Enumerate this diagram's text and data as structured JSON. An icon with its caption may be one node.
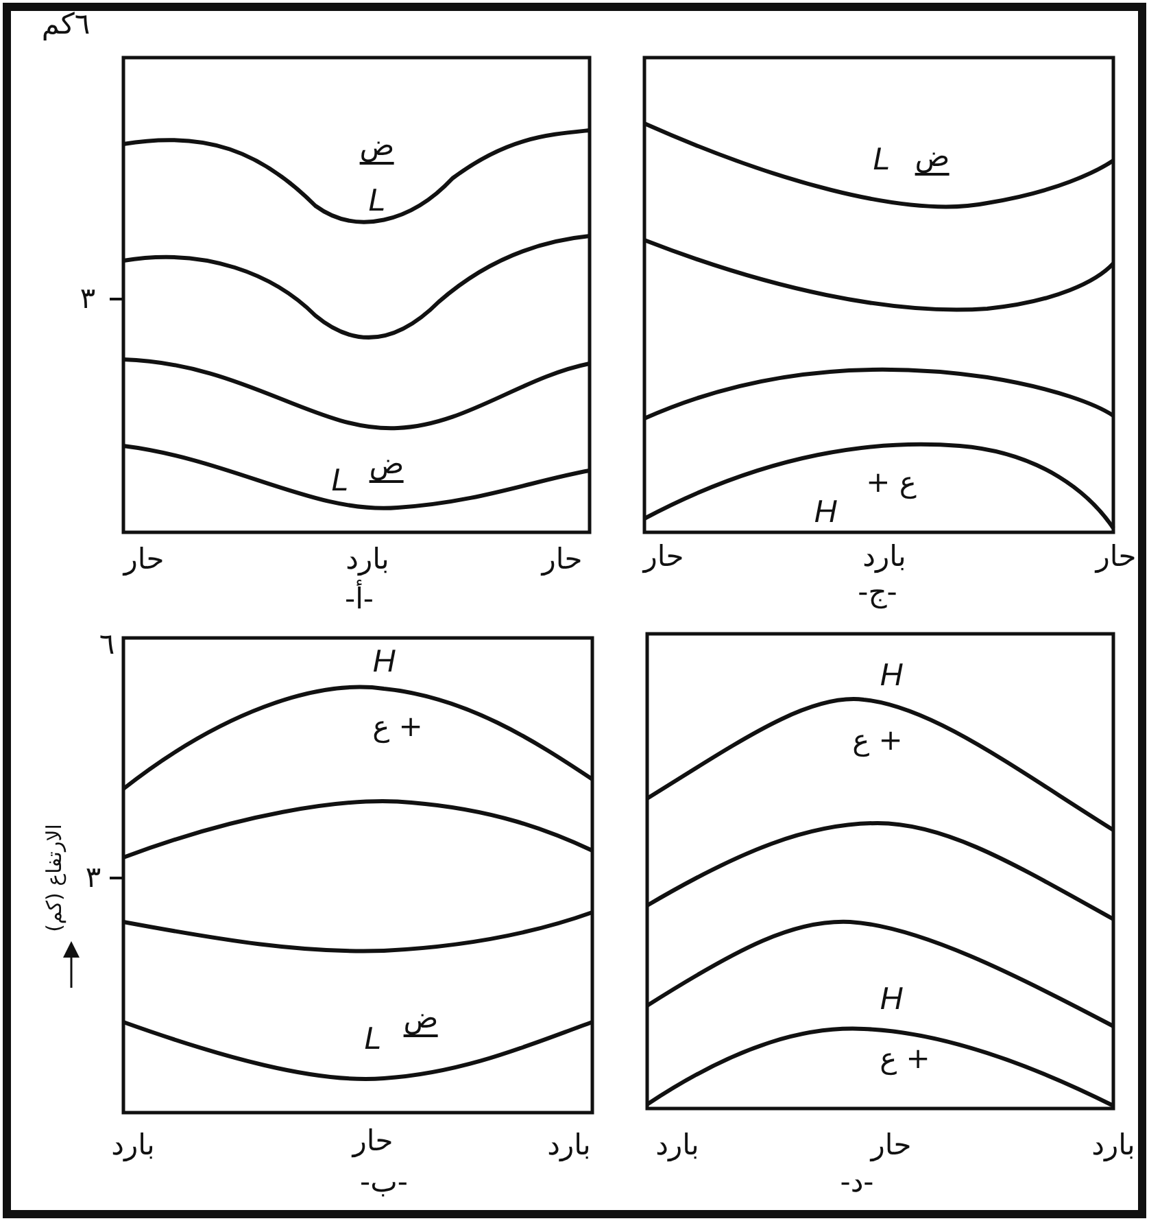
{
  "diagram": {
    "labels": [
      "٦كم",
      "٣",
      "ض",
      "L",
      "L",
      "ض",
      "حار",
      "بارد",
      "حار",
      "-أ-",
      "L",
      "ض",
      "+ ع",
      "H",
      "حار",
      "بارد",
      "حار",
      "-ج-",
      "٦",
      "٣",
      "الارتفاع (كم)",
      "H",
      "ع +",
      "L",
      "ض",
      "بارد",
      "حار",
      "بارد",
      "-ب-",
      "H",
      "ع +",
      "H",
      "ع +",
      "بارد",
      "حار",
      "بارد",
      "-د-"
    ]
  }
}
